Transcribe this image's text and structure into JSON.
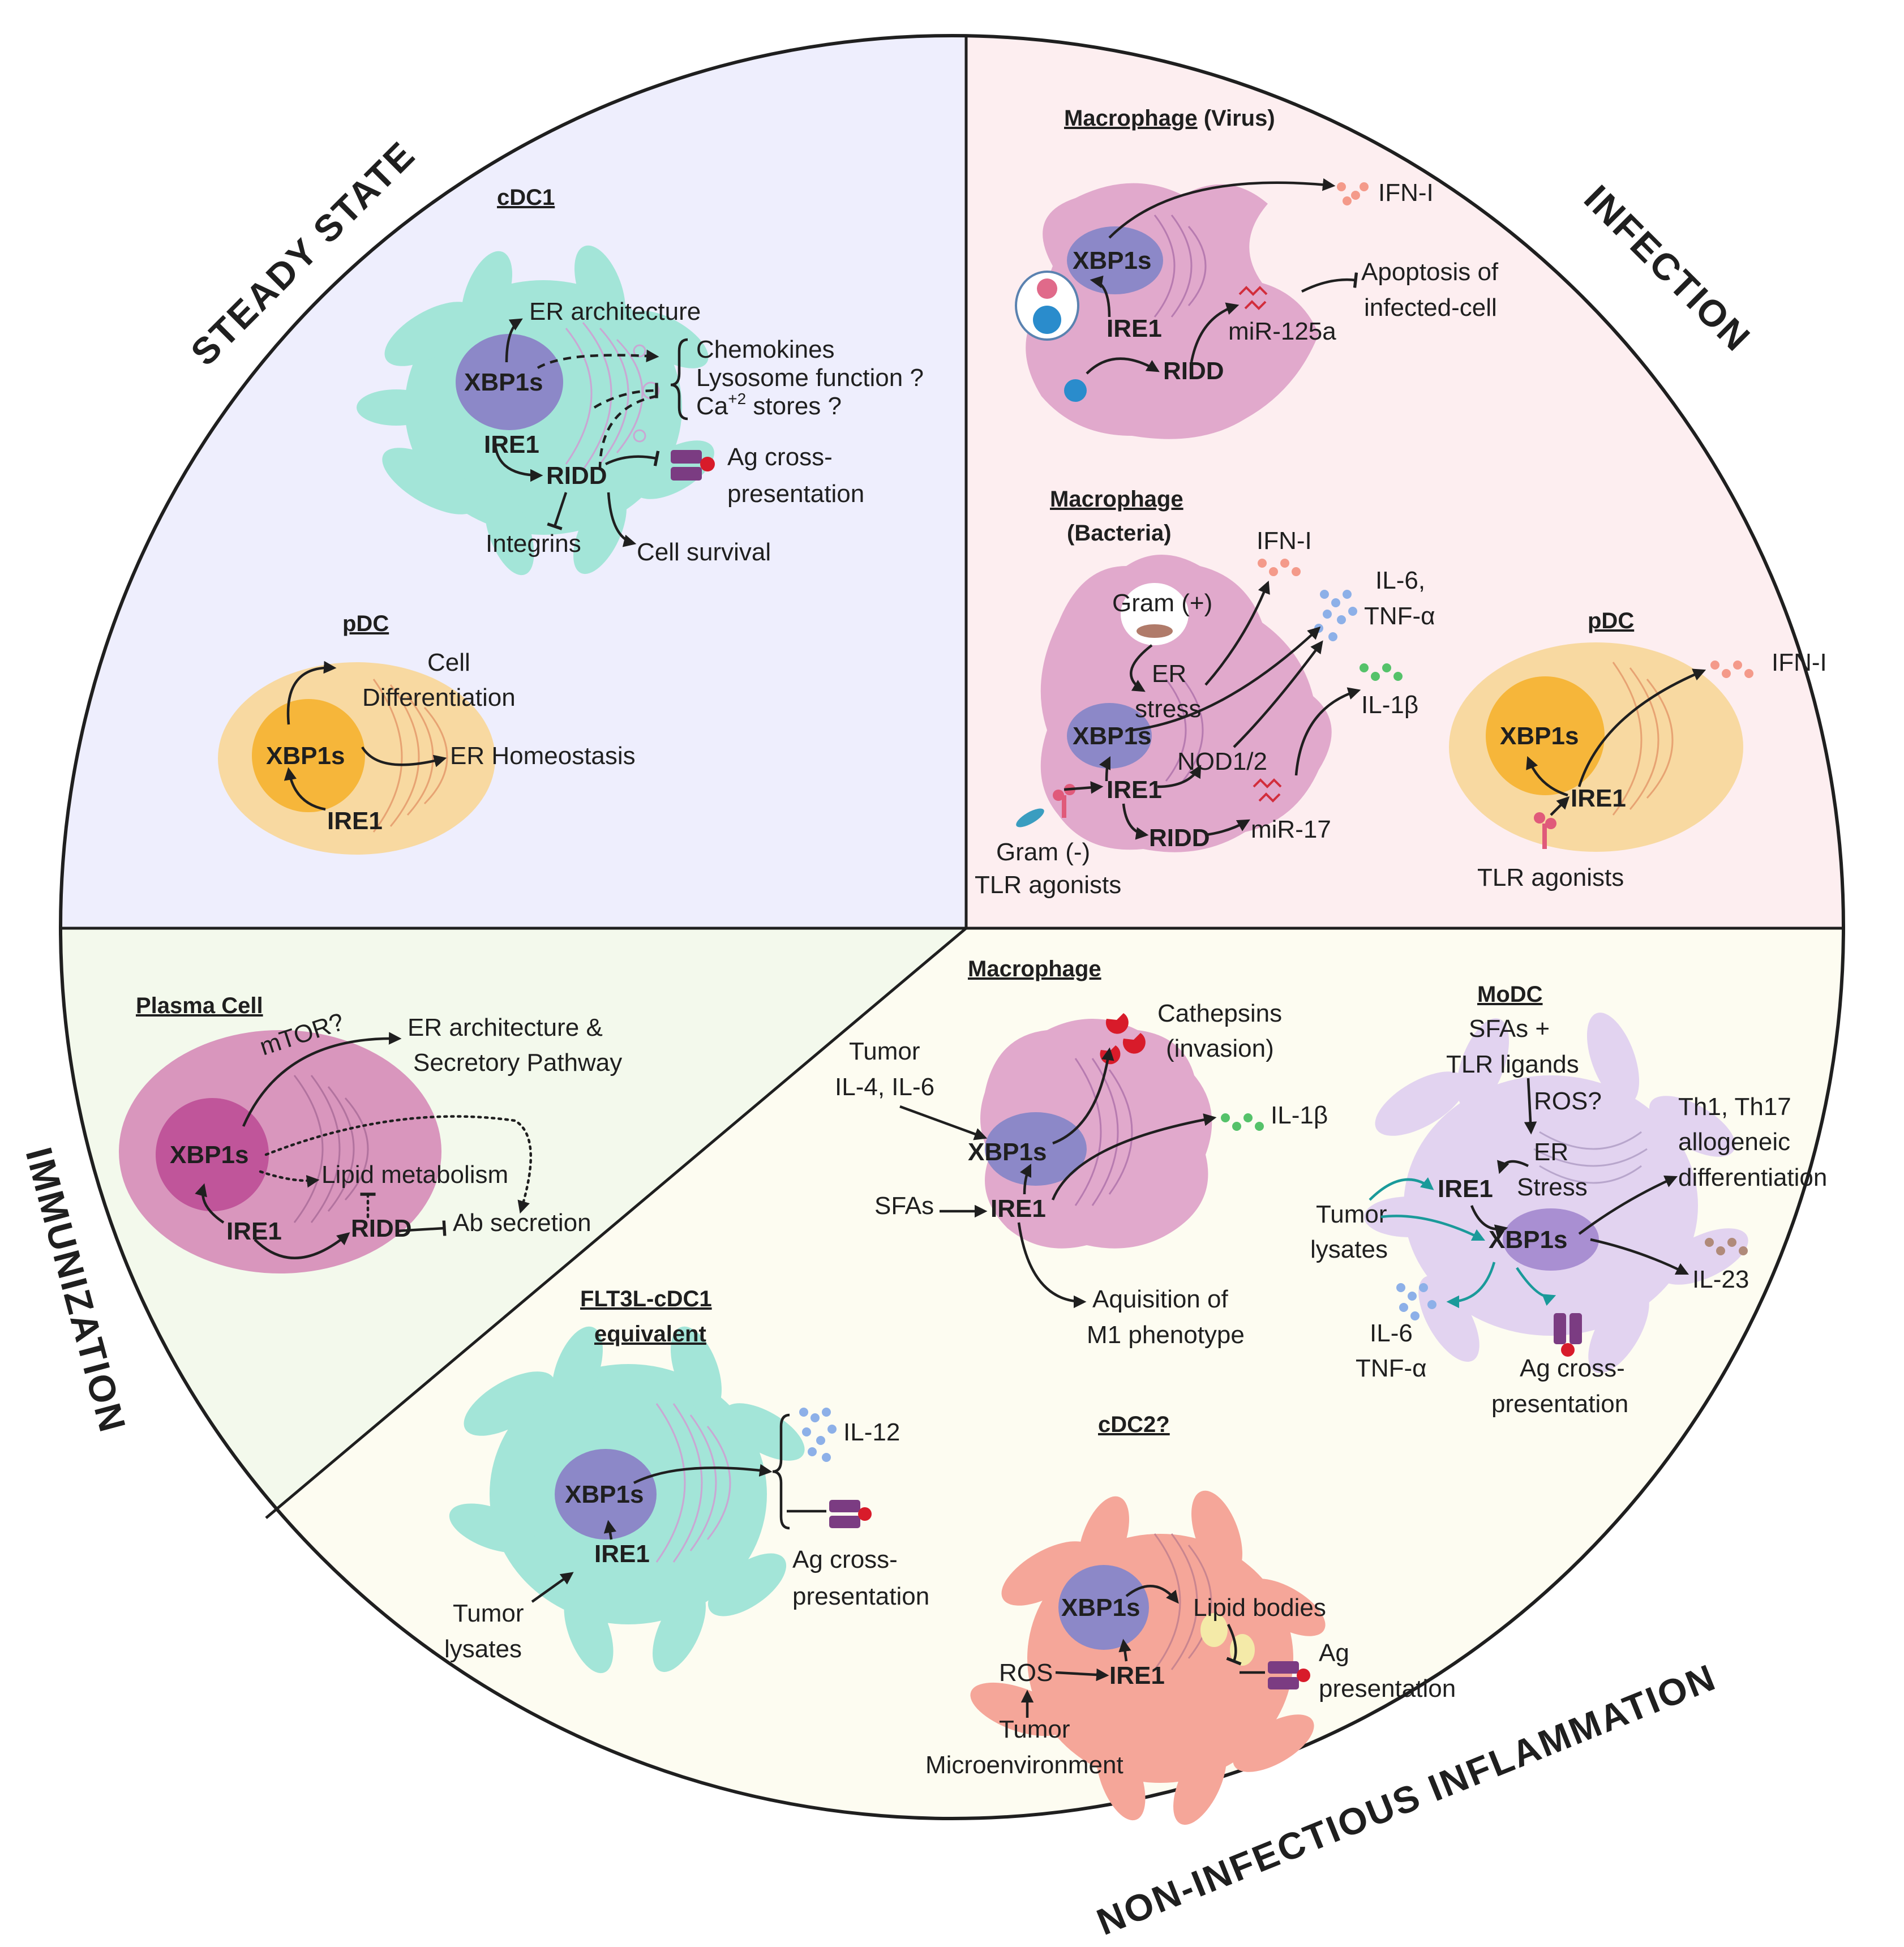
{
  "sectors": {
    "steady": "STEADY STATE",
    "infection": "INFECTION",
    "immunization": "IMMUNIZATION",
    "noninf": "NON-INFECTIOUS INFLAMMATION"
  },
  "colors": {
    "steady_bg": "#eeeefd",
    "infection_bg": "#fdeef0",
    "immunization_bg": "#f3f9ec",
    "noninf_bg": "#fdfcf1",
    "cdc1": "#a3e5d8",
    "pdc": "#f8d9a1",
    "macrophage": "#e1a9cc",
    "plasma": "#d996bd",
    "modc": "#e2d3f0",
    "cdc2": "#f5a699",
    "nucleus": "#8c88c8"
  },
  "cdc1": {
    "title": "cDC1",
    "xbp1s": "XBP1s",
    "ire1": "IRE1",
    "ridd": "RIDD",
    "er_arch": "ER architecture",
    "chemokines": "Chemokines",
    "lysosome": "Lysosome function ?",
    "ca_pre": "Ca",
    "ca_sup": "+2",
    "ca_post": " stores ?",
    "ag1": "Ag cross-",
    "ag2": "presentation",
    "integrins": "Integrins",
    "survival": "Cell survival"
  },
  "pdc_steady": {
    "title": "pDC",
    "xbp1s": "XBP1s",
    "ire1": "IRE1",
    "cell": "Cell",
    "diff": "Differentiation",
    "erh": "ER Homeostasis"
  },
  "mac_virus": {
    "title": "Macrophage",
    "title_suffix": " (Virus)",
    "xbp1s": "XBP1s",
    "ire1": "IRE1",
    "ridd": "RIDD",
    "ifn": "IFN-I",
    "apop1": "Apoptosis of",
    "apop2": "infected-cell",
    "mir": "miR-125a"
  },
  "mac_bact": {
    "title1": "Macrophage",
    "title2": "(Bacteria)",
    "ifn": "IFN-I",
    "il6": "IL-6,",
    "tnf": "TNF-α",
    "il1b": "IL-1β",
    "gram_pos": "Gram (+)",
    "er1": "ER",
    "er2": "stress",
    "xbp1s": "XBP1s",
    "nod": "NOD1/2",
    "ire1": "IRE1",
    "ridd": "RIDD",
    "mir": "miR-17",
    "gram_neg": "Gram (-)",
    "tlr": "TLR agonists"
  },
  "pdc_inf": {
    "title": "pDC",
    "xbp1s": "XBP1s",
    "ire1": "IRE1",
    "ifn": "IFN-I",
    "tlr": "TLR agonists"
  },
  "plasma": {
    "title": "Plasma Cell",
    "mtor": "mTOR?",
    "er1": "ER architecture &",
    "er2": "Secretory Pathway",
    "xbp1s": "XBP1s",
    "lipid": "Lipid metabolism",
    "ire1": "IRE1",
    "ridd": "RIDD",
    "ab": "Ab secretion"
  },
  "mac_tumor": {
    "title": "Macrophage",
    "tumor1": "Tumor",
    "tumor2": "IL-4, IL-6",
    "cath1": "Cathepsins",
    "cath2": "(invasion)",
    "il1b": "IL-1β",
    "xbp1s": "XBP1s",
    "ire1": "IRE1",
    "sfas": "SFAs",
    "m1a": "Aquisition of",
    "m1b": "M1 phenotype"
  },
  "modc": {
    "title": "MoDC",
    "sfas1": "SFAs +",
    "sfas2": "TLR ligands",
    "ros": "ROS?",
    "th1": "Th1, Th17",
    "th2": "allogeneic",
    "th3": "differentiation",
    "er": "ER",
    "stress": "Stress",
    "ire1": "IRE1",
    "xbp1s": "XBP1s",
    "tumor1": "Tumor",
    "tumor2": "lysates",
    "il23": "IL-23",
    "il6": "IL-6",
    "tnf": "TNF-α",
    "ag1": "Ag cross-",
    "ag2": "presentation"
  },
  "flt3": {
    "title1": "FLT3L-cDC1",
    "title2": "equivalent",
    "il12": "IL-12",
    "xbp1s": "XBP1s",
    "ire1": "IRE1",
    "ag1": "Ag cross-",
    "ag2": "presentation",
    "tumor1": "Tumor",
    "tumor2": "lysates"
  },
  "cdc2": {
    "title": "cDC2?",
    "xbp1s": "XBP1s",
    "lipid": "Lipid bodies",
    "ag1": "Ag",
    "ag2": "presentation",
    "ros": "ROS",
    "ire1": "IRE1",
    "tumor1": "Tumor",
    "tumor2": "Microenvironment"
  }
}
